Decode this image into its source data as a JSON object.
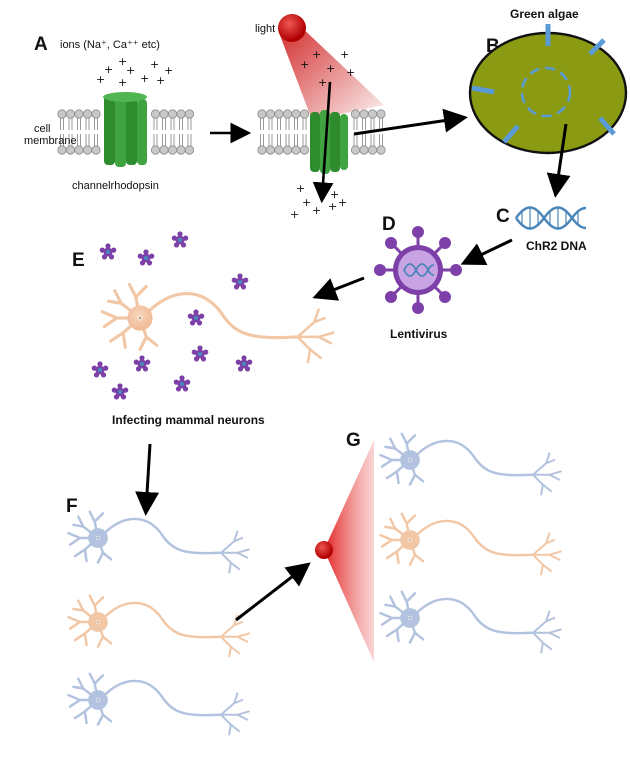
{
  "panels": {
    "a": {
      "letter": "A",
      "ions_label": "ions (Na⁺, Ca⁺⁺ etc)",
      "cell_membrane_label": "cell\nmembrane",
      "channel_label": "channelrhodopsin",
      "light_label": "light"
    },
    "b": {
      "letter": "B",
      "title": "Green algae"
    },
    "c": {
      "letter": "C",
      "label": "ChR2 DNA"
    },
    "d": {
      "letter": "D",
      "label": "Lentivirus"
    },
    "e": {
      "letter": "E",
      "label": "Infecting mammal neurons"
    },
    "f": {
      "letter": "F"
    },
    "g": {
      "letter": "G"
    }
  },
  "colors": {
    "channel_green": "#2e8b2e",
    "algae_fill": "#8a9a12",
    "algae_marker": "#5b9bd5",
    "dna_blue": "#4a86b8",
    "virus_purple": "#7d3fa8",
    "virus_light": "#c9a4e4",
    "neuron_orange": "#f2c7a6",
    "neuron_blue": "#b3c2de",
    "light_red": "#cc1111"
  },
  "icons": [
    "membrane-icon",
    "channelrhodopsin-icon",
    "light-source-icon",
    "algae-cell-icon",
    "dna-icon",
    "virus-icon",
    "neuron-icon"
  ]
}
